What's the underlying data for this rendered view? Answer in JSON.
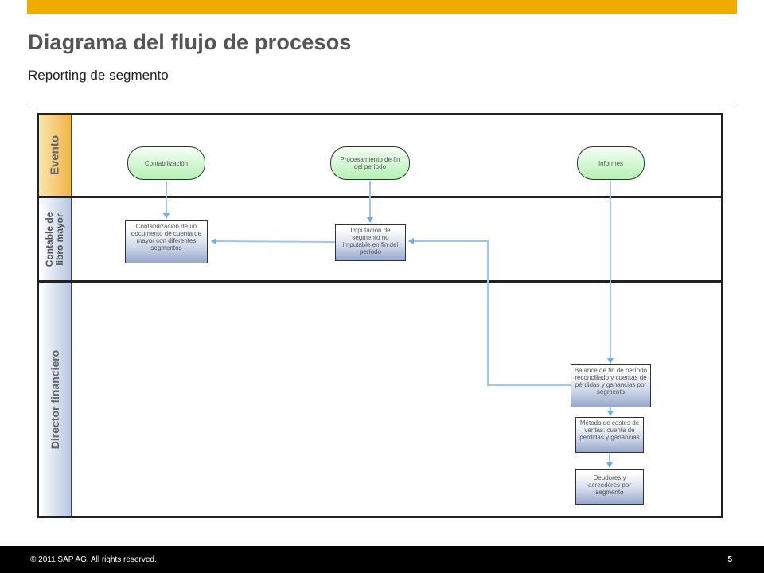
{
  "header": {
    "title": "Diagrama del flujo de procesos",
    "subtitle": "Reporting de segmento"
  },
  "lanes": {
    "evento": "Evento",
    "contable": "Contable de libro mayor",
    "director": "Director financiero"
  },
  "events": {
    "contabilizacion": "Contabilización",
    "procesamiento": "Procesamiento de fin del período",
    "informes": "Informes"
  },
  "tasks": {
    "contabilizacion_doc": "Contabilización de un documento de cuenta de mayor con diferentes segmentos",
    "imputacion": "Imputación de segmento no imputable en fin del período",
    "balance": "Balance de fin de período reconciliado y cuentas de pérdidas y ganancias por segmento",
    "metodo": "Método de costes de ventas: cuenta de pérdidas y ganancias",
    "deudores": "Deudores y acreedores por segmento"
  },
  "footer": {
    "copyright": "© 2011 SAP AG. All rights reserved.",
    "page": "5"
  },
  "colors": {
    "accent_bar": "#f0ab00",
    "event_fill": "#b5f1b5",
    "task_fill": "#97a8cd",
    "arrow": "#9cc6ec"
  }
}
